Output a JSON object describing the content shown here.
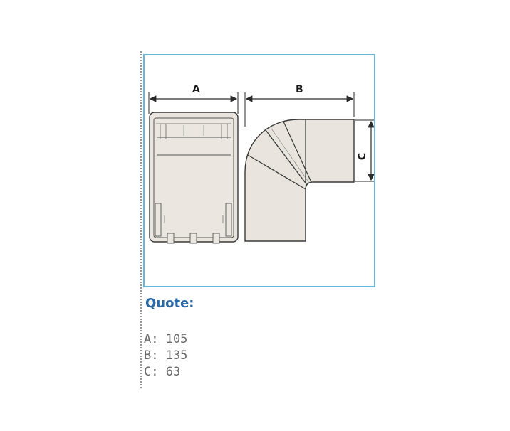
{
  "diagram": {
    "labels": {
      "a": "A",
      "b": "B",
      "c": "C"
    },
    "part_fill": "#e9e5de",
    "outline": "#3a3a3a",
    "frame_color": "#6ab7dc"
  },
  "quote": {
    "heading": "Quote:",
    "dimensions": [
      {
        "label": "A: 105"
      },
      {
        "label": "B: 135"
      },
      {
        "label": "C: 63"
      }
    ],
    "heading_color": "#2a6aa8",
    "text_color": "#6b6b6b"
  }
}
